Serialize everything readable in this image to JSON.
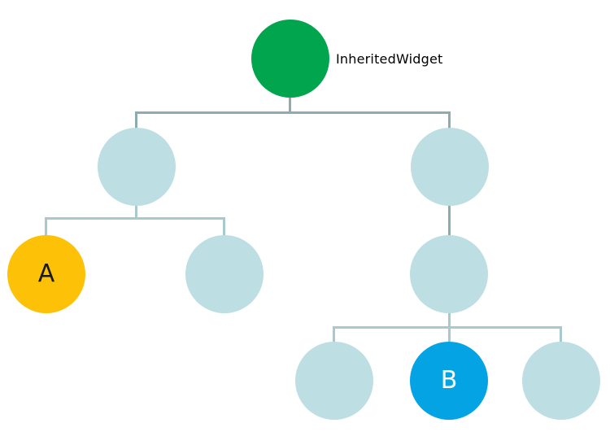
{
  "diagram": {
    "title_label": "InheritedWidget",
    "background": "#ffffff",
    "nodes": [
      {
        "id": "inherited-widget",
        "label": "InheritedWidget",
        "fill": "#00a54e",
        "label_color": "#000000",
        "label_placement": "right-of-node"
      },
      {
        "id": "left-child",
        "label": "",
        "fill": "#bddee2"
      },
      {
        "id": "right-child",
        "label": "",
        "fill": "#bddee2"
      },
      {
        "id": "a",
        "label": "A",
        "fill": "#fdc107",
        "label_color": "#1a1a1a",
        "label_placement": "center"
      },
      {
        "id": "left-grandchild",
        "label": "",
        "fill": "#bddee2"
      },
      {
        "id": "right-grandchild",
        "label": "",
        "fill": "#bddee2"
      },
      {
        "id": "bottom-left",
        "label": "",
        "fill": "#bddee2"
      },
      {
        "id": "b",
        "label": "B",
        "fill": "#04a3e4",
        "label_color": "#ffffff",
        "label_placement": "center"
      },
      {
        "id": "bottom-right",
        "label": "",
        "fill": "#bddee2"
      }
    ],
    "edges": [
      {
        "from": "inherited-widget",
        "to": "left-child"
      },
      {
        "from": "inherited-widget",
        "to": "right-child"
      },
      {
        "from": "left-child",
        "to": "a"
      },
      {
        "from": "left-child",
        "to": "left-grandchild"
      },
      {
        "from": "right-child",
        "to": "right-grandchild"
      },
      {
        "from": "right-grandchild",
        "to": "bottom-left"
      },
      {
        "from": "right-grandchild",
        "to": "b"
      },
      {
        "from": "right-grandchild",
        "to": "bottom-right"
      }
    ],
    "connector_colors": {
      "dark": "#8cacb1",
      "light": "#a8cace"
    }
  }
}
